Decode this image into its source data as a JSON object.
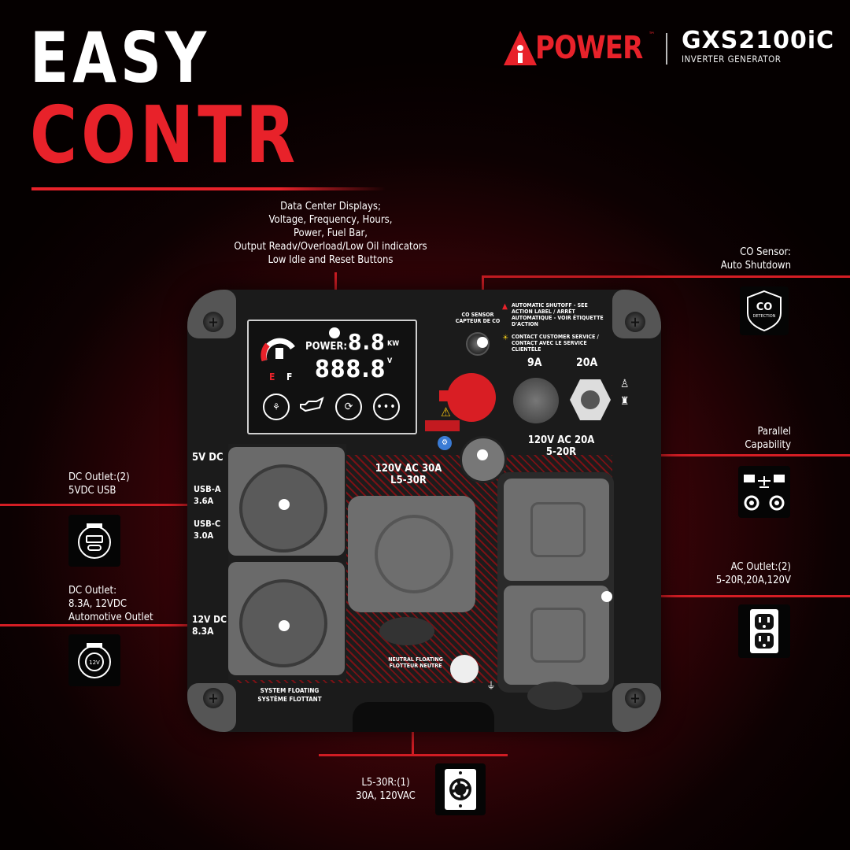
{
  "headline": {
    "line1": "EASY",
    "line2": "CONTR"
  },
  "brand": {
    "name": "POWER",
    "tm": "™",
    "model": "GXS2100iC",
    "model_sub": "INVERTER GENERATOR"
  },
  "callouts": {
    "data_center": [
      "Data Center Displays;",
      "Voltage, Frequency, Hours,",
      "Power, Fuel Bar,",
      "Output Readv/Overload/Low Oil indicators",
      "Low Idle and Reset Buttons"
    ],
    "co_sensor": [
      "CO Sensor:",
      "Auto Shutdown"
    ],
    "parallel": [
      "Parallel",
      "Capability"
    ],
    "ac_outlet": [
      "AC Outlet:(2)",
      "5-20R,20A,120V"
    ],
    "dc_usb": [
      "DC Outlet:(2)",
      "5VDC USB"
    ],
    "dc_auto": [
      "DC Outlet:",
      "8.3A, 12VDC",
      "Automotive Outlet"
    ],
    "l530": [
      "L5-30R:(1)",
      "30A, 120VAC"
    ]
  },
  "icons": {
    "co_badge": "CO",
    "co_badge_sub": "DETECTION",
    "car_label": "12V"
  },
  "display": {
    "power_label": "POWER:",
    "power_value": "8.8",
    "power_unit": "KW",
    "volt_value": "888.8",
    "volt_unit": "V",
    "fuel_e": "E",
    "fuel_f": "F"
  },
  "panel": {
    "co_sensor_label": [
      "CO SENSOR",
      "CAPTEUR DE CO"
    ],
    "warn1": [
      "AUTOMATIC SHUTOFF - SEE",
      "ACTION LABEL / ARRÊT",
      "AUTOMATIQUE - VOIR ÉTIQUETTE",
      "D'ACTION"
    ],
    "warn2": [
      "CONTACT CUSTOMER SERVICE /",
      "CONTACT AVEC LE SERVICE",
      "CLIENTÈLE"
    ],
    "breaker_9a": "9A",
    "breaker_20a": "20A",
    "ac20_label": [
      "120V AC 20A",
      "5-20R"
    ],
    "ac30_label": [
      "120V AC 30A",
      "L5-30R"
    ],
    "dc5": "5V DC",
    "usba": [
      "USB-A",
      "3.6A"
    ],
    "usbc": [
      "USB-C",
      "3.0A"
    ],
    "dc12": [
      "12V DC",
      "8.3A"
    ],
    "system_floating": [
      "SYSTEM FLOATING",
      "SYSTÈME FLOTTANT"
    ],
    "neutral_floating": [
      "NEUTRAL FLOATING",
      "FLOTTEUR NEUTRE"
    ]
  },
  "colors": {
    "accent": "#e8222a",
    "line": "#d41d24"
  }
}
